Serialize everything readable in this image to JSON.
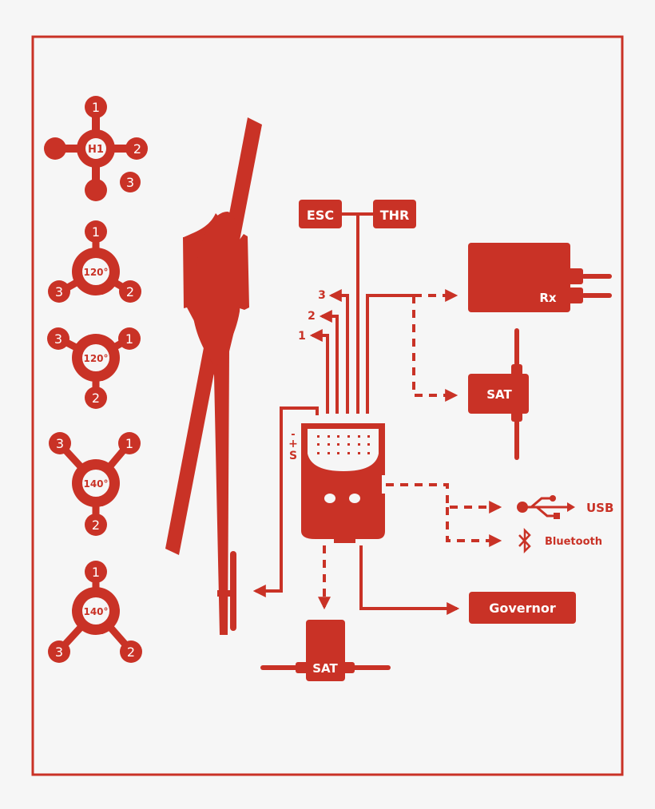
{
  "colors": {
    "accent": "#c93226",
    "background": "#f6f6f6"
  },
  "swash_types": [
    {
      "center": "H1",
      "servos": [
        "1",
        "2",
        "3"
      ]
    },
    {
      "center": "120°",
      "servos": [
        "1",
        "2",
        "3"
      ]
    },
    {
      "center": "120°",
      "servos": [
        "1",
        "2",
        "3"
      ]
    },
    {
      "center": "140°",
      "servos": [
        "1",
        "2",
        "3"
      ]
    },
    {
      "center": "140°",
      "servos": [
        "1",
        "2",
        "3"
      ]
    }
  ],
  "blocks": {
    "esc": "ESC",
    "thr": "THR",
    "rx": "Rx",
    "sat_right": "SAT",
    "sat_bottom": "SAT",
    "governor": "Governor"
  },
  "servo_outputs": [
    "1",
    "2",
    "3"
  ],
  "port_labels": [
    "-",
    "+",
    "S"
  ],
  "connections": {
    "usb": "USB",
    "bluetooth": "Bluetooth"
  }
}
